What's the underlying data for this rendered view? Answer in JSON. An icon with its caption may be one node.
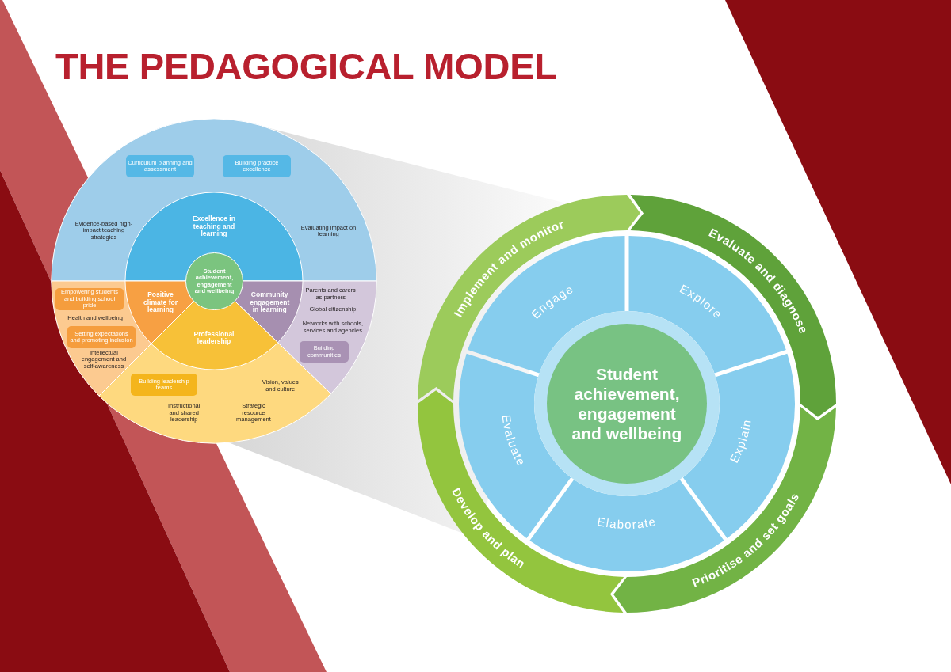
{
  "diagram": {
    "title": "THE PEDAGOGICAL MODEL",
    "nodes": [
      {
        "text": [
          "Evidence-based high-impact teaching strategies",
          "Evaluating impact on learning"
        ]
      },
      {
        "text": [
          "Curriculum planning and assessment"
        ],
        "in": 0
      },
      {
        "text": [
          "Building practice excellence"
        ],
        "in": 0
      },
      {
        "text": [
          "Excellence in teaching and learning"
        ],
        "in": 0
      },
      {
        "text": [
          "Student achievement, engagement and wellbeing"
        ]
      },
      {
        "text": [
          "Health and wellbeing",
          "Intellectual engagement and self-awareness"
        ]
      },
      {
        "text": [
          "Empowering students and building school pride"
        ],
        "in": 5
      },
      {
        "text": [
          "Setting expectations and promoting inclusion"
        ],
        "in": 5
      },
      {
        "text": [
          "Positive climate for learning"
        ],
        "in": 5
      },
      {
        "text": [
          "Parents and carers as partners",
          "Global citizenship",
          "Networks with schools, services and agencies"
        ]
      },
      {
        "text": [
          "Building communities"
        ],
        "in": 9
      },
      {
        "text": [
          "Community engagement in learning"
        ],
        "in": 9
      },
      {
        "text": [
          "Vision, values and culture",
          "Instructional and shared leadership",
          "Strategic resource management"
        ]
      },
      {
        "text": [
          "Building leadership teams"
        ],
        "in": 12
      },
      {
        "text": [
          "Professional leadership"
        ],
        "in": 12
      },
      {
        "text": [
          "Implement and monitor"
        ]
      },
      {
        "text": [
          "Evaluate and diagnose"
        ]
      },
      {
        "text": [
          "Prioritise and set goals"
        ]
      },
      {
        "text": [
          "Develop and plan"
        ]
      },
      {
        "text": [
          "Engage"
        ]
      },
      {
        "text": [
          "Explore"
        ]
      },
      {
        "text": [
          "Explain"
        ]
      },
      {
        "text": [
          "Elaborate"
        ]
      },
      {
        "text": [
          "Evaluate"
        ]
      },
      {
        "text": [
          "Student achievement, engagement and wellbeing"
        ]
      }
    ]
  }
}
